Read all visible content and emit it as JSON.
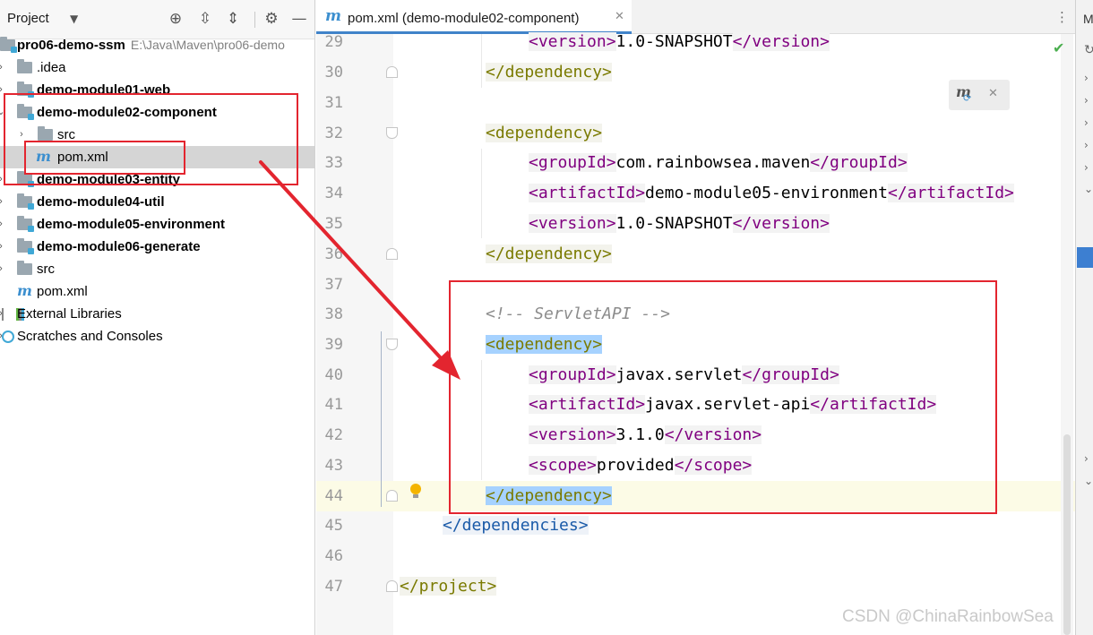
{
  "project_panel": {
    "title": "Project",
    "dropdown_icon": "chevron-down-icon",
    "header_icons": [
      "locate-icon",
      "expand-all-icon",
      "collapse-all-icon",
      "gear-icon",
      "minimize-icon"
    ],
    "tree": [
      {
        "label": "pro06-demo-ssm",
        "hint": "E:\\Java\\Maven\\pro06-demo",
        "bold": true,
        "kind": "module",
        "expanded": true
      },
      {
        "label": ".idea",
        "bold": false,
        "kind": "folder"
      },
      {
        "label": "demo-module01-web",
        "bold": true,
        "kind": "module"
      },
      {
        "label": "demo-module02-component",
        "bold": true,
        "kind": "module",
        "expanded": true
      },
      {
        "label": "src",
        "bold": false,
        "kind": "folder"
      },
      {
        "label": "pom.xml",
        "bold": false,
        "kind": "maven",
        "selected": true
      },
      {
        "label": "demo-module03-entity",
        "bold": true,
        "kind": "module"
      },
      {
        "label": "demo-module04-util",
        "bold": true,
        "kind": "module"
      },
      {
        "label": "demo-module05-environment",
        "bold": true,
        "kind": "module"
      },
      {
        "label": "demo-module06-generate",
        "bold": true,
        "kind": "module"
      },
      {
        "label": "src",
        "bold": false,
        "kind": "folder"
      },
      {
        "label": "pom.xml",
        "bold": false,
        "kind": "maven"
      },
      {
        "label": "External Libraries",
        "bold": false,
        "kind": "library"
      },
      {
        "label": "Scratches and Consoles",
        "bold": false,
        "kind": "scratch"
      }
    ]
  },
  "editor": {
    "tab_label": "pom.xml (demo-module02-component)",
    "tab_icon": "maven-file-icon",
    "lines": [
      {
        "n": "29",
        "t1": "<version>",
        "v": "1.0-SNAPSHOT",
        "t2": "</version>"
      },
      {
        "n": "30",
        "t1": "</dependency>"
      },
      {
        "n": "31"
      },
      {
        "n": "32",
        "t1": "<dependency>"
      },
      {
        "n": "33",
        "t1": "<groupId>",
        "v": "com.rainbowsea.maven",
        "t2": "</groupId>"
      },
      {
        "n": "34",
        "t1": "<artifactId>",
        "v": "demo-module05-environment",
        "t2": "</artifactId>"
      },
      {
        "n": "35",
        "t1": "<version>",
        "v": "1.0-SNAPSHOT",
        "t2": "</version>"
      },
      {
        "n": "36",
        "t1": "</dependency>"
      },
      {
        "n": "37"
      },
      {
        "n": "38",
        "comment": "<!-- ServletAPI -->"
      },
      {
        "n": "39",
        "t1": "<dependency>"
      },
      {
        "n": "40",
        "t1": "<groupId>",
        "v": "javax.servlet",
        "t2": "</groupId>"
      },
      {
        "n": "41",
        "t1": "<artifactId>",
        "v": "javax.servlet-api",
        "t2": "</artifactId>"
      },
      {
        "n": "42",
        "t1": "<version>",
        "v": "3.1.0",
        "t2": "</version>"
      },
      {
        "n": "43",
        "t1": "<scope>",
        "v": "provided",
        "t2": "</scope>"
      },
      {
        "n": "44",
        "t1": "</dependency>"
      },
      {
        "n": "45",
        "t1": "</dependencies>"
      },
      {
        "n": "46"
      },
      {
        "n": "47",
        "t1": "</project>"
      }
    ]
  },
  "right_strip": {
    "label": "M"
  },
  "watermark": "CSDN @ChinaRainbowSea",
  "colors": {
    "annotation": "#e3252f",
    "accent": "#4083c9",
    "tag": "#800080",
    "selection": "#a6d2ff"
  }
}
